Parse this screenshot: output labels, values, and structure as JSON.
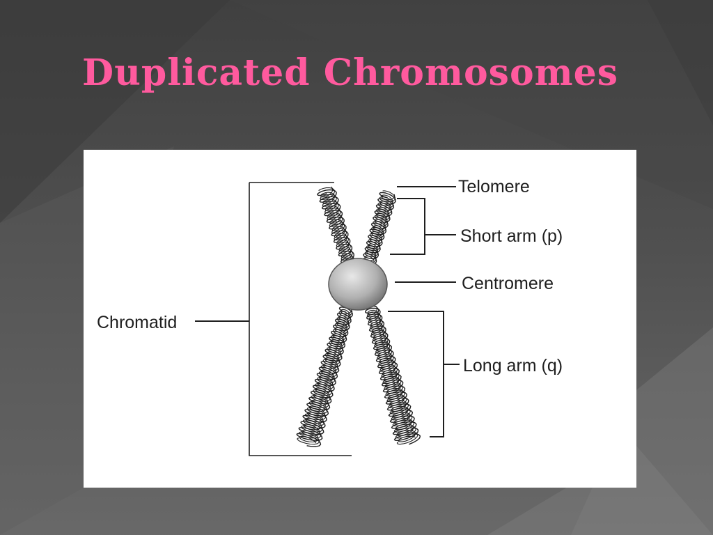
{
  "slide": {
    "title": "Duplicated Chromosomes",
    "title_color": "#ff5a9e",
    "background_color": "#4a4a4a"
  },
  "diagram": {
    "labels": {
      "telomere": "Telomere",
      "short_arm": "Short arm (p)",
      "centromere": "Centromere",
      "long_arm": "Long arm (q)",
      "chromatid": "Chromatid"
    },
    "line_color": "#1e1e1e",
    "centromere_color": "#b0b0b0"
  }
}
